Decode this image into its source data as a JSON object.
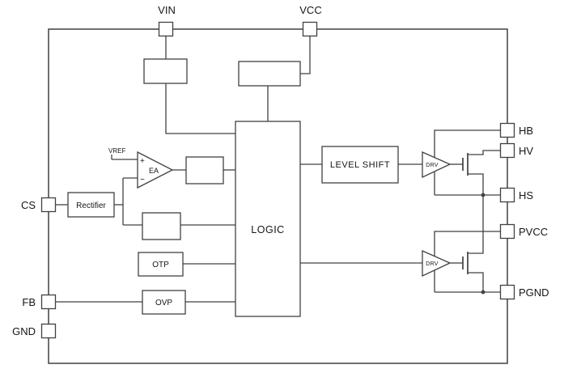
{
  "pins": {
    "vin": "VIN",
    "vcc": "VCC",
    "cs": "CS",
    "fb": "FB",
    "gnd": "GND",
    "hb": "HB",
    "hv": "HV",
    "hs": "HS",
    "pvcc": "PVCC",
    "pgnd": "PGND"
  },
  "blocks": {
    "rectifier": "Rectifier",
    "error_amp": "EA",
    "vref": "VREF",
    "plus": "+",
    "minus": "−",
    "otp": "OTP",
    "ovp": "OVP",
    "logic": "LOGIC",
    "level_shift": "LEVEL SHIFT",
    "drv_high": "DRV",
    "drv_low": "DRV"
  },
  "colors": {
    "line": "#414141",
    "background": "#ffffff",
    "text": "#161616"
  }
}
